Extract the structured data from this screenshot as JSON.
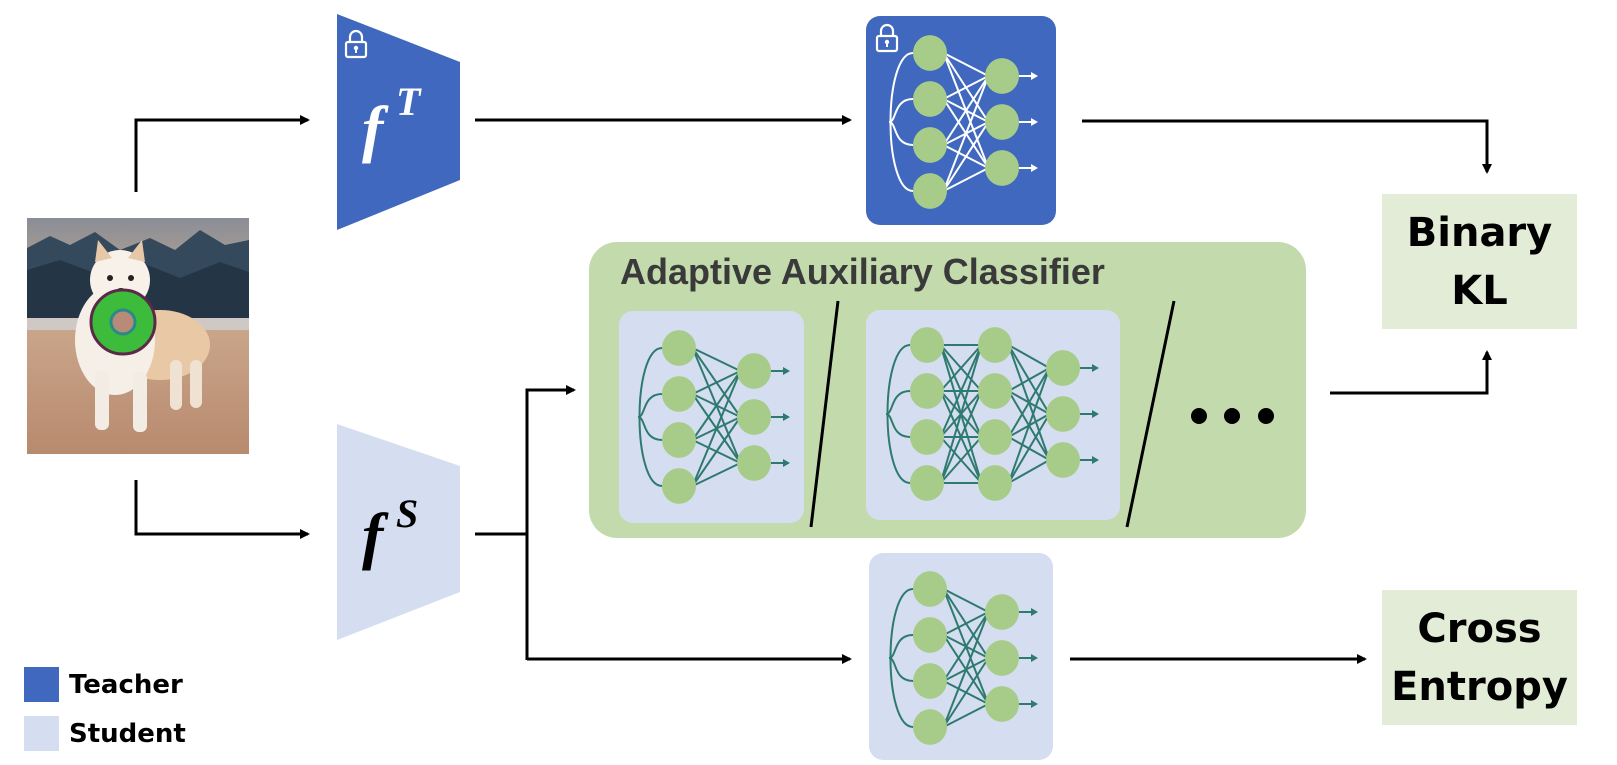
{
  "colors": {
    "teacher": "#3f68be",
    "student": "#d5def0",
    "aac_panel": "#c3dbac",
    "loss_box": "#e2ecd6",
    "node": "#a7cc8a",
    "student_edge": "#2e7a6e",
    "teacher_edge": "#ffffff"
  },
  "input_image": {
    "description": "dog holding a green ring toy on a beach"
  },
  "teacher_encoder": {
    "symbol": "f",
    "superscript": "T",
    "icon": "lock-icon"
  },
  "student_encoder": {
    "symbol": "f",
    "superscript": "S"
  },
  "teacher_head": {
    "icon": "lock-icon",
    "layers": [
      4,
      3
    ]
  },
  "aac": {
    "title": "Adaptive Auxiliary Classifier",
    "classifiers": [
      {
        "layers": [
          4,
          3
        ]
      },
      {
        "layers": [
          4,
          4,
          3
        ]
      }
    ],
    "more": "• • •"
  },
  "student_head": {
    "layers": [
      4,
      3
    ]
  },
  "losses": {
    "binary_kl": [
      "Binary",
      "KL"
    ],
    "cross_entropy": [
      "Cross",
      "Entropy"
    ]
  },
  "legend": [
    {
      "label": "Teacher",
      "color_key": "teacher"
    },
    {
      "label": "Student",
      "color_key": "student"
    }
  ]
}
